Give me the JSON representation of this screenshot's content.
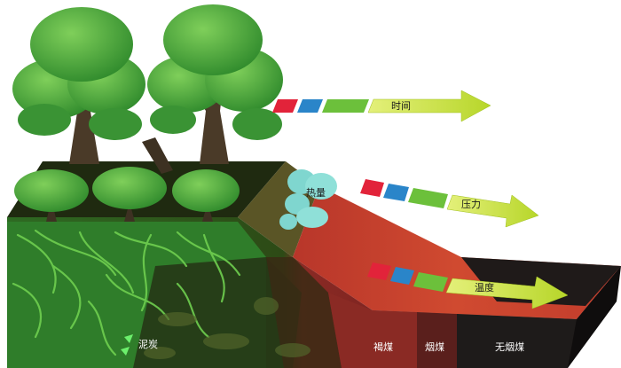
{
  "diagram": {
    "arrows": [
      {
        "label": "时间"
      },
      {
        "label": "压力"
      },
      {
        "label": "温度"
      }
    ],
    "heat_label": "热量",
    "layers": [
      {
        "label": "泥炭"
      },
      {
        "label": "褐煤"
      },
      {
        "label": "烟煤"
      },
      {
        "label": "无烟煤"
      }
    ],
    "colors": {
      "tree_green": "#3f9a3a",
      "ground_green": "#2f7d2a",
      "soil_dark": "#2b3a14",
      "sediment_red": "#c8432e",
      "lignite": "#8a2a24",
      "bituminous": "#5a1f1c",
      "anthracite": "#1e1b1a",
      "arrow_yellow": "#c7e03a",
      "swatch_red": "#e2233a",
      "swatch_blue": "#2a85c9",
      "swatch_green": "#6cc03b",
      "heat_cloud": "#7fd6cf"
    }
  }
}
